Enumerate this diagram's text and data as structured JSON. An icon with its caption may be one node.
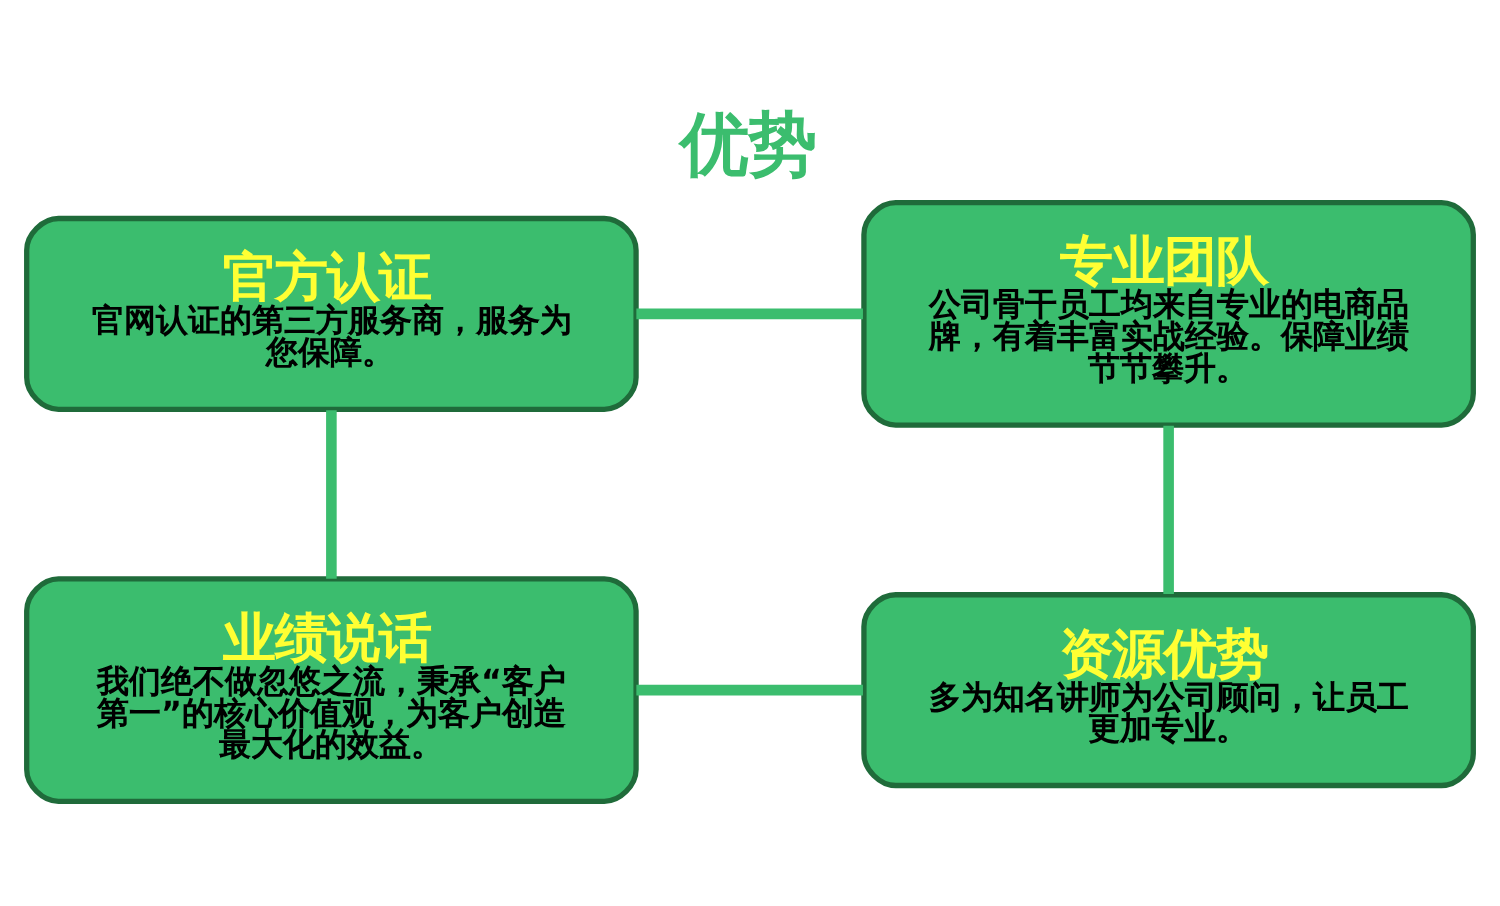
{
  "diagram": {
    "title": "优势",
    "nodes": [
      {
        "text": [
          "官方认证",
          "官网认证的第三方服务商，服务为您保障。"
        ]
      },
      {
        "text": [
          "专业团队",
          "公司骨干员工均来自专业的电商品牌，有着丰富实战经验。保障业绩节节攀升。"
        ]
      },
      {
        "text": [
          "业绩说话",
          "我们绝不做忽悠之流，秉承“客户第一”的核心价值观，为客户创造最大化的效益。"
        ]
      },
      {
        "text": [
          "资源优势",
          "多为知名讲师为公司顾问，让员工更加专业。"
        ]
      }
    ],
    "edges": [
      {
        "from": 0,
        "to": 1,
        "arrow": "none"
      },
      {
        "from": 0,
        "to": 2,
        "arrow": "none"
      },
      {
        "from": 1,
        "to": 3,
        "arrow": "none"
      },
      {
        "from": 2,
        "to": 3,
        "arrow": "none"
      }
    ]
  }
}
